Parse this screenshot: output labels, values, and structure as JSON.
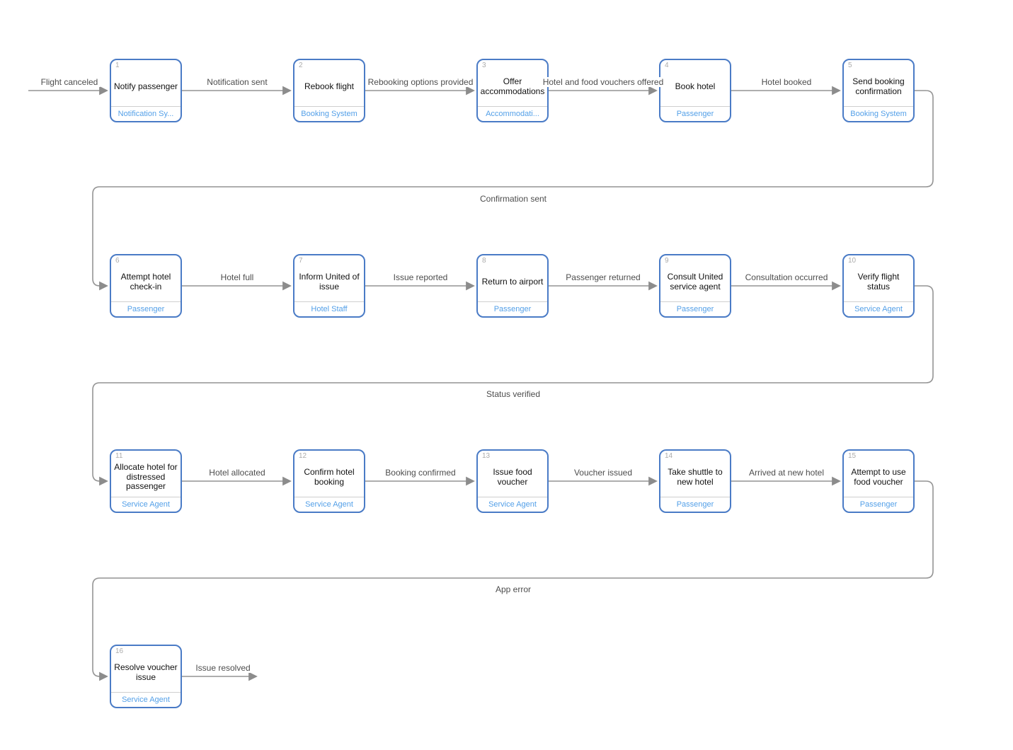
{
  "diagram": {
    "nodes": [
      {
        "number": "1",
        "title": "Notify passenger",
        "actor": "Notification Sy..."
      },
      {
        "number": "2",
        "title": "Rebook flight",
        "actor": "Booking System"
      },
      {
        "number": "3",
        "title": "Offer accommodations",
        "actor": "Accommodati..."
      },
      {
        "number": "4",
        "title": "Book hotel",
        "actor": "Passenger"
      },
      {
        "number": "5",
        "title": "Send booking confirmation",
        "actor": "Booking System"
      },
      {
        "number": "6",
        "title": "Attempt hotel check-in",
        "actor": "Passenger"
      },
      {
        "number": "7",
        "title": "Inform United of issue",
        "actor": "Hotel Staff"
      },
      {
        "number": "8",
        "title": "Return to airport",
        "actor": "Passenger"
      },
      {
        "number": "9",
        "title": "Consult United service agent",
        "actor": "Passenger"
      },
      {
        "number": "10",
        "title": "Verify flight status",
        "actor": "Service Agent"
      },
      {
        "number": "11",
        "title": "Allocate hotel for distressed passenger",
        "actor": "Service Agent"
      },
      {
        "number": "12",
        "title": "Confirm hotel booking",
        "actor": "Service Agent"
      },
      {
        "number": "13",
        "title": "Issue food voucher",
        "actor": "Service Agent"
      },
      {
        "number": "14",
        "title": "Take shuttle to new hotel",
        "actor": "Passenger"
      },
      {
        "number": "15",
        "title": "Attempt to use food voucher",
        "actor": "Passenger"
      },
      {
        "number": "16",
        "title": "Resolve voucher issue",
        "actor": "Service Agent"
      }
    ],
    "edges": [
      {
        "label": "Flight canceled"
      },
      {
        "label": "Notification sent"
      },
      {
        "label": "Rebooking options provided"
      },
      {
        "label": "Hotel and food vouchers offered"
      },
      {
        "label": "Hotel booked"
      },
      {
        "label": "Confirmation sent"
      },
      {
        "label": "Hotel full"
      },
      {
        "label": "Issue reported"
      },
      {
        "label": "Passenger returned"
      },
      {
        "label": "Consultation occurred"
      },
      {
        "label": "Status verified"
      },
      {
        "label": "Hotel allocated"
      },
      {
        "label": "Booking confirmed"
      },
      {
        "label": "Voucher issued"
      },
      {
        "label": "Arrived at new hotel"
      },
      {
        "label": "App error"
      },
      {
        "label": "Issue resolved"
      }
    ],
    "colors": {
      "node_border": "#4A7BC6",
      "node_actor_text": "#54A0E8",
      "node_number_text": "#ababab",
      "connector": "#949494",
      "edge_label_text": "#4d4d4d"
    }
  }
}
